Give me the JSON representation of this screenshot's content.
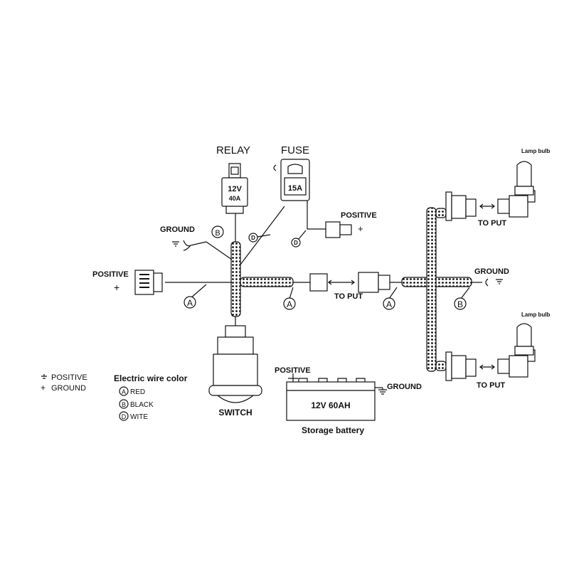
{
  "labels": {
    "relay": "RELAY",
    "relay_rating_v": "12V",
    "relay_rating_a": "40A",
    "fuse": "FUSE",
    "fuse_rating": "15A",
    "positive_top": "POSITIVE",
    "ground_left": "GROUND",
    "positive_left": "POSITIVE",
    "to_put_mid": "TO PUT",
    "ground_right": "GROUND",
    "lamp_bulb_top": "Lamp bulb",
    "lamp_bulb_bottom": "Lamp bulb",
    "to_put_top": "TO PUT",
    "to_put_bottom": "TO PUT",
    "switch": "SWITCH",
    "positive_battery": "POSITIVE",
    "ground_battery": "GROUND",
    "battery_rating": "12V  60AH",
    "battery": "Storage battery"
  },
  "wire_markers": {
    "a1": "A",
    "a2": "A",
    "a3": "A",
    "b1": "B",
    "b2": "B",
    "d1": "D",
    "d2": "D"
  },
  "legend": {
    "symbol_positive": "POSITIVE",
    "symbol_ground": "GROUND",
    "wire_title": "Electric wire color",
    "items": [
      {
        "code": "A",
        "color": "RED"
      },
      {
        "code": "B",
        "color": "BLACK"
      },
      {
        "code": "D",
        "color": "WITE"
      }
    ]
  }
}
